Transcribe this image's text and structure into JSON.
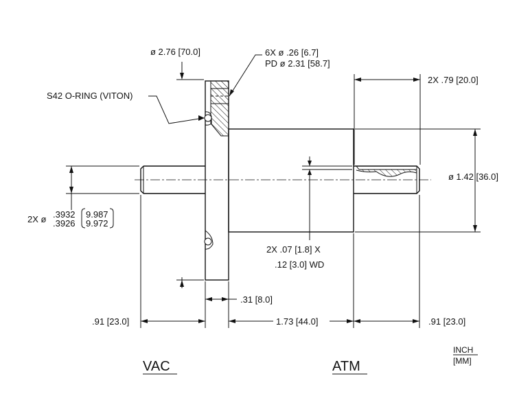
{
  "drawing": {
    "flange_od": "ø 2.76 [70.0]",
    "bolt_holes": "6X ø .26 [6.7]",
    "bolt_pcd": "PD ø 2.31 [58.7]",
    "oring": "S42 O-RING (VITON)",
    "flats_len": "2X .79 [20.0]",
    "body_dia": "ø 1.42 [36.0]",
    "shaft_prefix": "2X ø",
    "shaft_upper": ".3932",
    "shaft_lower": ".3926",
    "shaft_upper_mm": "9.987",
    "shaft_lower_mm": "9.972",
    "groove_line1": "2X .07 [1.8] X",
    "groove_line2": ".12 [3.0] WD",
    "flange_thk": ".31 [8.0]",
    "vac_shaft_len": ".91 [23.0]",
    "body_len": "1.73 [44.0]",
    "atm_shaft_len": ".91 [23.0]",
    "vac_label": "VAC",
    "atm_label": "ATM",
    "units_top": "INCH",
    "units_bottom": "[MM]"
  }
}
